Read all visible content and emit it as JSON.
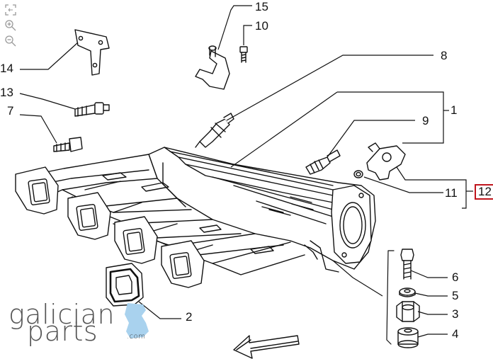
{
  "toolbar": {
    "items": [
      {
        "name": "fit-view",
        "icon": "fit-icon"
      },
      {
        "name": "zoom-in",
        "icon": "zoom-in-icon"
      },
      {
        "name": "zoom-out",
        "icon": "zoom-out-icon"
      }
    ]
  },
  "callouts": {
    "c1": "1",
    "c2": "2",
    "c3": "3",
    "c4": "4",
    "c5": "5",
    "c6": "6",
    "c7": "7",
    "c8": "8",
    "c9": "9",
    "c10": "10",
    "c11": "11",
    "c12": "12",
    "c13": "13",
    "c14": "14",
    "c15": "15"
  },
  "highlight": {
    "callout": "12",
    "color": "#c0141c"
  },
  "logo": {
    "word_top": "galician",
    "word_bottom": "parts",
    "suffix": ".com",
    "accent_color": "#a9d2ee"
  }
}
